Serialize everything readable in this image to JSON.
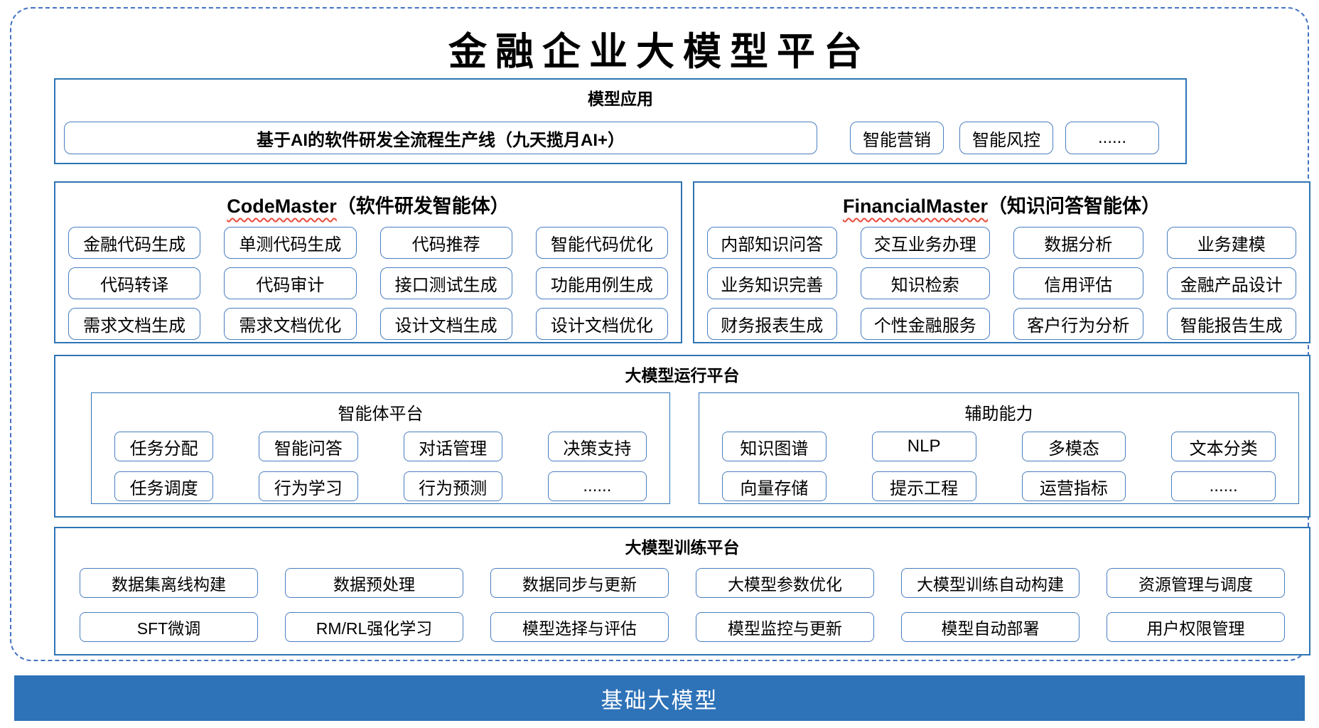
{
  "title": "金融企业大模型平台",
  "colors": {
    "section_border": "#2E74B5",
    "button_border": "#4A7EC0",
    "outer_dashed": "#4472C4",
    "base_bar": "#2E72B8",
    "squiggle_red": "#E74C3C"
  },
  "sections": {
    "model_app": {
      "header": "模型应用",
      "main_button": "基于AI的软件研发全流程生产线（九天揽月AI+）",
      "buttons": [
        "智能营销",
        "智能风控",
        "......"
      ]
    },
    "code_master": {
      "title_en": "CodeMaster",
      "title_cn": "（软件研发智能体）",
      "items": [
        "金融代码生成",
        "单测代码生成",
        "代码推荐",
        "智能代码优化",
        "代码转译",
        "代码审计",
        "接口测试生成",
        "功能用例生成",
        "需求文档生成",
        "需求文档优化",
        "设计文档生成",
        "设计文档优化"
      ]
    },
    "financial_master": {
      "title_en": "FinancialMaster",
      "title_cn": "（知识问答智能体）",
      "items": [
        "内部知识问答",
        "交互业务办理",
        "数据分析",
        "业务建模",
        "业务知识完善",
        "知识检索",
        "信用评估",
        "金融产品设计",
        "财务报表生成",
        "个性金融服务",
        "客户行为分析",
        "智能报告生成"
      ]
    },
    "runtime": {
      "header": "大模型运行平台",
      "agent_platform": {
        "title": "智能体平台",
        "items": [
          "任务分配",
          "智能问答",
          "对话管理",
          "决策支持",
          "任务调度",
          "行为学习",
          "行为预测",
          "......"
        ]
      },
      "aux": {
        "title": "辅助能力",
        "items": [
          "知识图谱",
          "NLP",
          "多模态",
          "文本分类",
          "向量存储",
          "提示工程",
          "运营指标",
          "......"
        ]
      }
    },
    "training": {
      "header": "大模型训练平台",
      "items": [
        "数据集离线构建",
        "数据预处理",
        "数据同步与更新",
        "大模型参数优化",
        "大模型训练自动构建",
        "资源管理与调度",
        "SFT微调",
        "RM/RL强化学习",
        "模型选择与评估",
        "模型监控与更新",
        "模型自动部署",
        "用户权限管理"
      ]
    },
    "base_model": {
      "label": "基础大模型"
    }
  }
}
